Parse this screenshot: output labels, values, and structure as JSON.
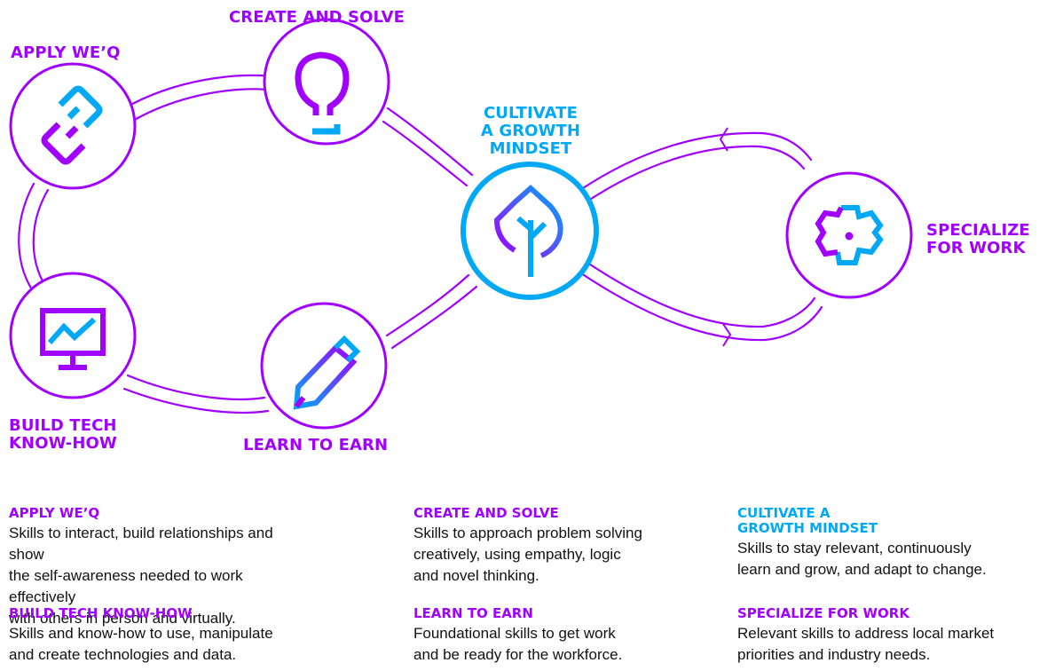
{
  "colors": {
    "purple": "#a100ff",
    "blue": "#00a8f5",
    "text": "#111111"
  },
  "diagram": {
    "nodes": [
      {
        "id": "apply-weq",
        "label_lines": [
          "APPLY WE’Q"
        ],
        "icon": "chain-link-icon"
      },
      {
        "id": "create-and-solve",
        "label_lines": [
          "CREATE AND SOLVE"
        ],
        "icon": "lightbulb-icon"
      },
      {
        "id": "cultivate-growth-mindset",
        "label_lines": [
          "CULTIVATE",
          "A GROWTH",
          "MINDSET"
        ],
        "icon": "tree-icon"
      },
      {
        "id": "specialize-for-work",
        "label_lines": [
          "SPECIALIZE",
          "FOR WORK"
        ],
        "icon": "gear-icon"
      },
      {
        "id": "build-tech-know-how",
        "label_lines": [
          "BUILD TECH",
          "KNOW-HOW"
        ],
        "icon": "monitor-chart-icon"
      },
      {
        "id": "learn-to-earn",
        "label_lines": [
          "LEARN TO EARN"
        ],
        "icon": "pencil-icon"
      }
    ]
  },
  "descriptions": [
    {
      "id": "apply-weq",
      "title_lines": [
        "APPLY WE’Q"
      ],
      "text_lines": [
        "Skills to interact, build relationships and show",
        "the self-awareness needed to work effectively",
        "with others in person and virtually."
      ]
    },
    {
      "id": "create-and-solve",
      "title_lines": [
        "CREATE AND SOLVE"
      ],
      "text_lines": [
        "Skills to approach problem solving",
        "creatively, using empathy, logic",
        "and novel thinking."
      ]
    },
    {
      "id": "cultivate-growth-mindset",
      "title_lines": [
        "CULTIVATE A",
        "GROWTH MINDSET"
      ],
      "text_lines": [
        "Skills to stay relevant, continuously",
        "learn and grow, and adapt to change."
      ]
    },
    {
      "id": "build-tech-know-how",
      "title_lines": [
        "BUILD TECH KNOW-HOW"
      ],
      "text_lines": [
        "Skills and know-how to use, manipulate",
        "and create technologies and data."
      ]
    },
    {
      "id": "learn-to-earn",
      "title_lines": [
        "LEARN TO EARN"
      ],
      "text_lines": [
        "Foundational skills to get work",
        "and be ready for the workforce."
      ]
    },
    {
      "id": "specialize-for-work",
      "title_lines": [
        "SPECIALIZE FOR WORK"
      ],
      "text_lines": [
        "Relevant skills to address local market",
        "priorities and industry needs."
      ]
    }
  ]
}
